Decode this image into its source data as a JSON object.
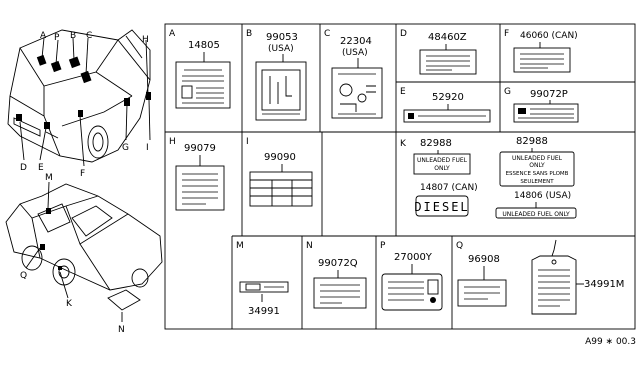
{
  "diagram_ref": "A99 ∗ 00.3",
  "car_callouts": {
    "top": [
      "A",
      "P",
      "B",
      "C",
      "H",
      "G",
      "I",
      "D",
      "E",
      "F"
    ],
    "bottom": [
      "M",
      "Q",
      "K",
      "N"
    ]
  },
  "cells": {
    "A": {
      "letter": "A",
      "part": "14805"
    },
    "B": {
      "letter": "B",
      "part": "99053",
      "note": "(USA)"
    },
    "C": {
      "letter": "C",
      "part": "22304",
      "note": "(USA)"
    },
    "D": {
      "letter": "D",
      "part": "48460Z"
    },
    "F": {
      "letter": "F",
      "part": "46060 (CAN)"
    },
    "E": {
      "letter": "E",
      "part": "52920"
    },
    "G": {
      "letter": "G",
      "part": "99072P"
    },
    "H": {
      "letter": "H",
      "part": "99079"
    },
    "I": {
      "letter": "I",
      "part": "99090"
    },
    "K": {
      "letter": "K",
      "part_left": "82988",
      "part_right": "82988",
      "left_label_line1": "UNLEADED FUEL",
      "left_label_line2": "ONLY",
      "right_label_line1": "UNLEADED FUEL",
      "right_label_line2": "ONLY",
      "right_label_line3": "ESSENCE SANS PLOMB",
      "right_label_line4": "SEULEMENT",
      "part_diesel": "14807 (CAN)",
      "diesel_text": "DIESEL",
      "part_usa": "14806 (USA)",
      "usa_label": "UNLEADED FUEL ONLY"
    },
    "M": {
      "letter": "M",
      "part": "34991"
    },
    "N": {
      "letter": "N",
      "part": "99072Q"
    },
    "P": {
      "letter": "P",
      "part": "27000Y"
    },
    "Q": {
      "letter": "Q",
      "part_left": "96908",
      "part_right": "34991M"
    }
  }
}
